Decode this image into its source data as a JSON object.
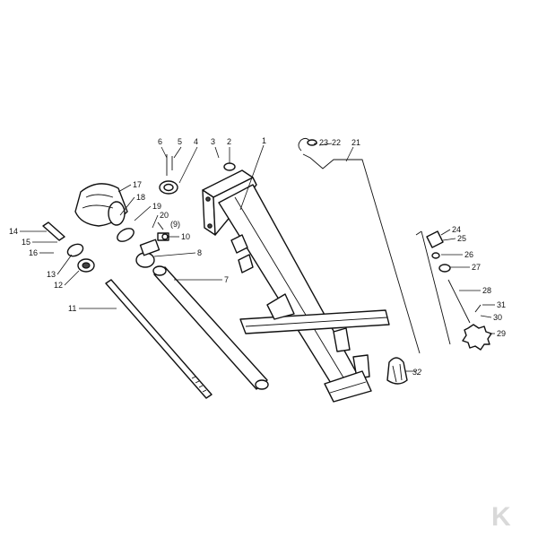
{
  "diagram": {
    "labels": [
      {
        "id": "1",
        "text": "1"
      },
      {
        "id": "2",
        "text": "2"
      },
      {
        "id": "3",
        "text": "3"
      },
      {
        "id": "4",
        "text": "4"
      },
      {
        "id": "5",
        "text": "5"
      },
      {
        "id": "6",
        "text": "6"
      },
      {
        "id": "7",
        "text": "7"
      },
      {
        "id": "8",
        "text": "8"
      },
      {
        "id": "9",
        "text": "(9)"
      },
      {
        "id": "10",
        "text": "10"
      },
      {
        "id": "11",
        "text": "11"
      },
      {
        "id": "12",
        "text": "12"
      },
      {
        "id": "13",
        "text": "13"
      },
      {
        "id": "14",
        "text": "14"
      },
      {
        "id": "15",
        "text": "15"
      },
      {
        "id": "16",
        "text": "16"
      },
      {
        "id": "17",
        "text": "17"
      },
      {
        "id": "18",
        "text": "18"
      },
      {
        "id": "19",
        "text": "19"
      },
      {
        "id": "20",
        "text": "20"
      },
      {
        "id": "21",
        "text": "21"
      },
      {
        "id": "22",
        "text": "22"
      },
      {
        "id": "23",
        "text": "23"
      },
      {
        "id": "24",
        "text": "24"
      },
      {
        "id": "25",
        "text": "25"
      },
      {
        "id": "26",
        "text": "26"
      },
      {
        "id": "27",
        "text": "27"
      },
      {
        "id": "28",
        "text": "28"
      },
      {
        "id": "29",
        "text": "29"
      },
      {
        "id": "30",
        "text": "30"
      },
      {
        "id": "31",
        "text": "31"
      },
      {
        "id": "32",
        "text": "32"
      }
    ]
  },
  "watermark": {
    "text": "K",
    "color": "#d9d9d9"
  }
}
